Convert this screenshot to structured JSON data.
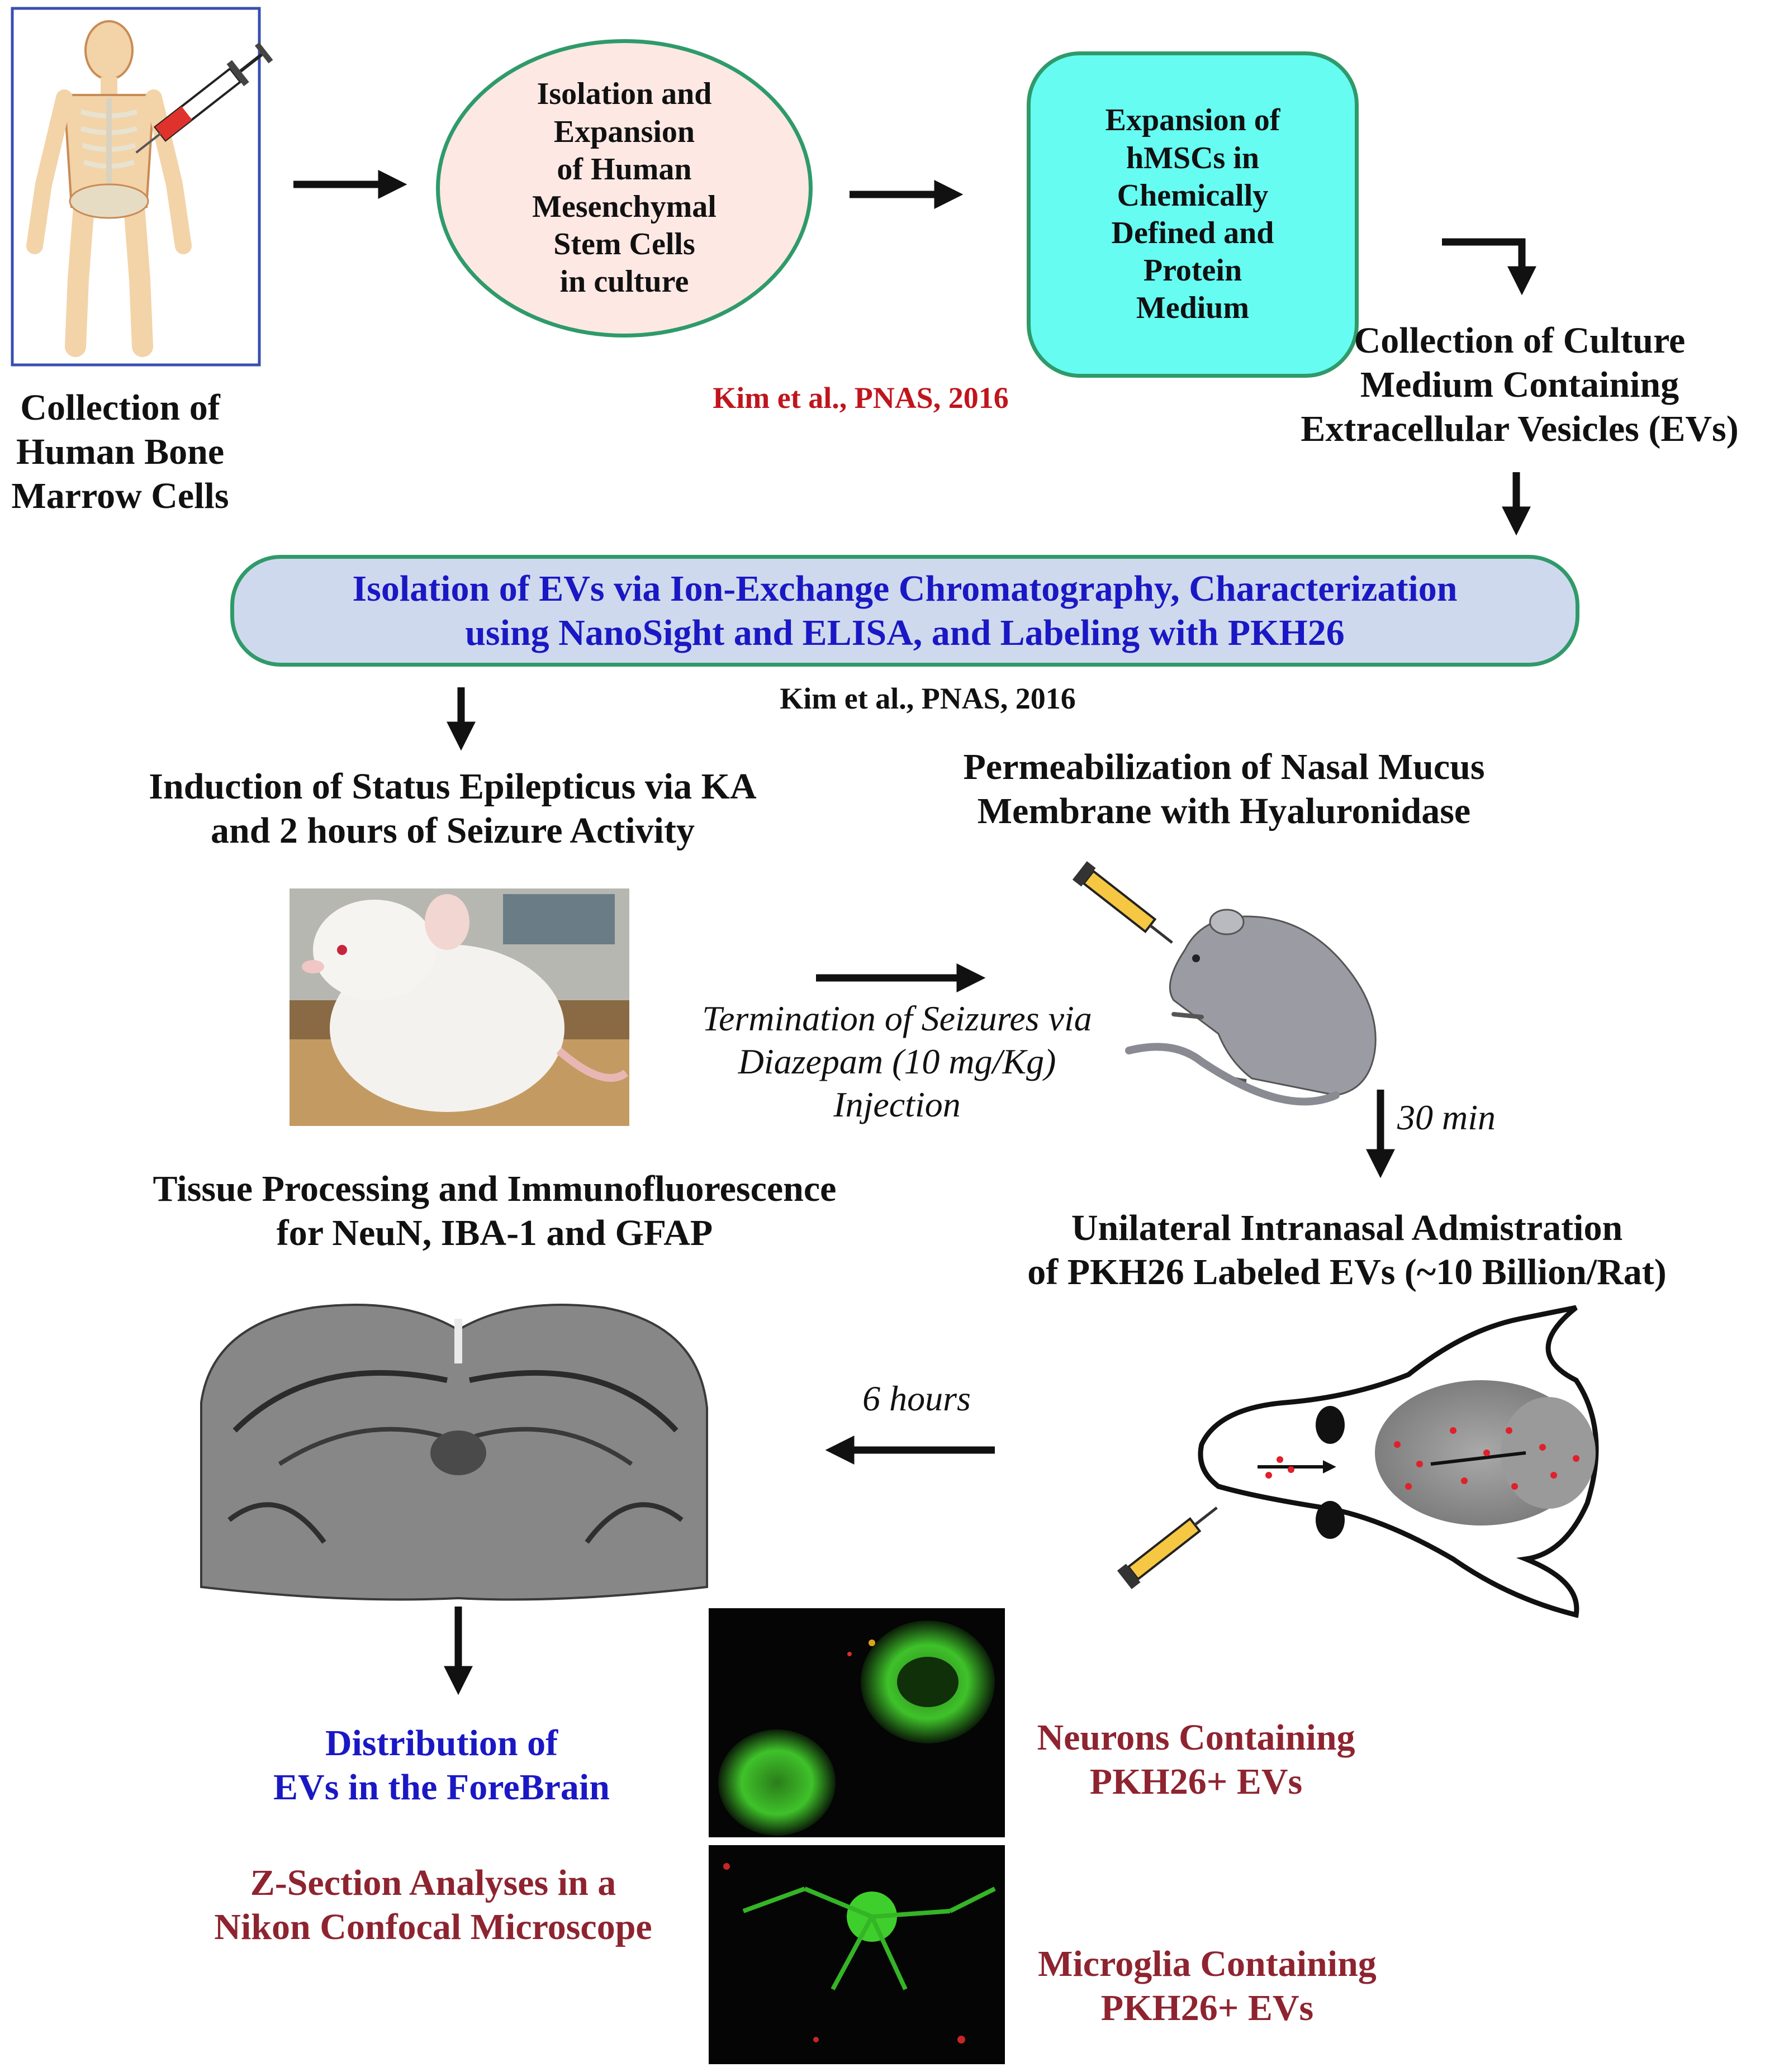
{
  "step1_label": "Collection of\nHuman Bone\nMarrow Cells",
  "step2_circle": "Isolation and\nExpansion\nof Human\nMesenchymal\nStem Cells\nin culture",
  "step3_box": "Expansion of\nhMSCs in\nChemically\nDefined and\nProtein\nMedium",
  "citation_top": "Kim et al., PNAS, 2016",
  "step4_label": "Collection of Culture\nMedium Containing\nExtracellular Vesicles (EVs)",
  "banner_text": "Isolation of EVs via Ion-Exchange Chromatography, Characterization\nusing NanoSight and ELISA, and Labeling with PKH26",
  "citation_mid": "Kim et al., PNAS, 2016",
  "induction_label": "Induction of Status Epilepticus via KA\nand 2 hours of Seizure Activity",
  "permeabilization_label": "Permeabilization of Nasal Mucus\nMembrane with Hyaluronidase",
  "termination_label": "Termination of Seizures via\nDiazepam (10 mg/Kg)\nInjection",
  "time_30": "30 min",
  "tissue_label": "Tissue Processing and Immunofluorescence\nfor NeuN, IBA-1 and GFAP",
  "intranasal_label": "Unilateral Intranasal Admistration\nof PKH26 Labeled EVs (~10 Billion/Rat)",
  "time_6": "6 hours",
  "distribution_label": "Distribution of\nEVs  in the ForeBrain",
  "zsection_label": "Z-Section Analyses in a\nNikon Confocal Microscope",
  "neurons_label": "Neurons Containing\nPKH26+ EVs",
  "microglia_label": "Microglia Containing\nPKH26+ EVs",
  "colors": {
    "circle_fill": "#fde8e4",
    "box_fill": "#66fcf2",
    "banner_fill": "#cfd9ee",
    "border": "#2f9a6a",
    "red_text": "#c0151d",
    "blue_text": "#1a18c4",
    "maroon_text": "#8e2430"
  }
}
